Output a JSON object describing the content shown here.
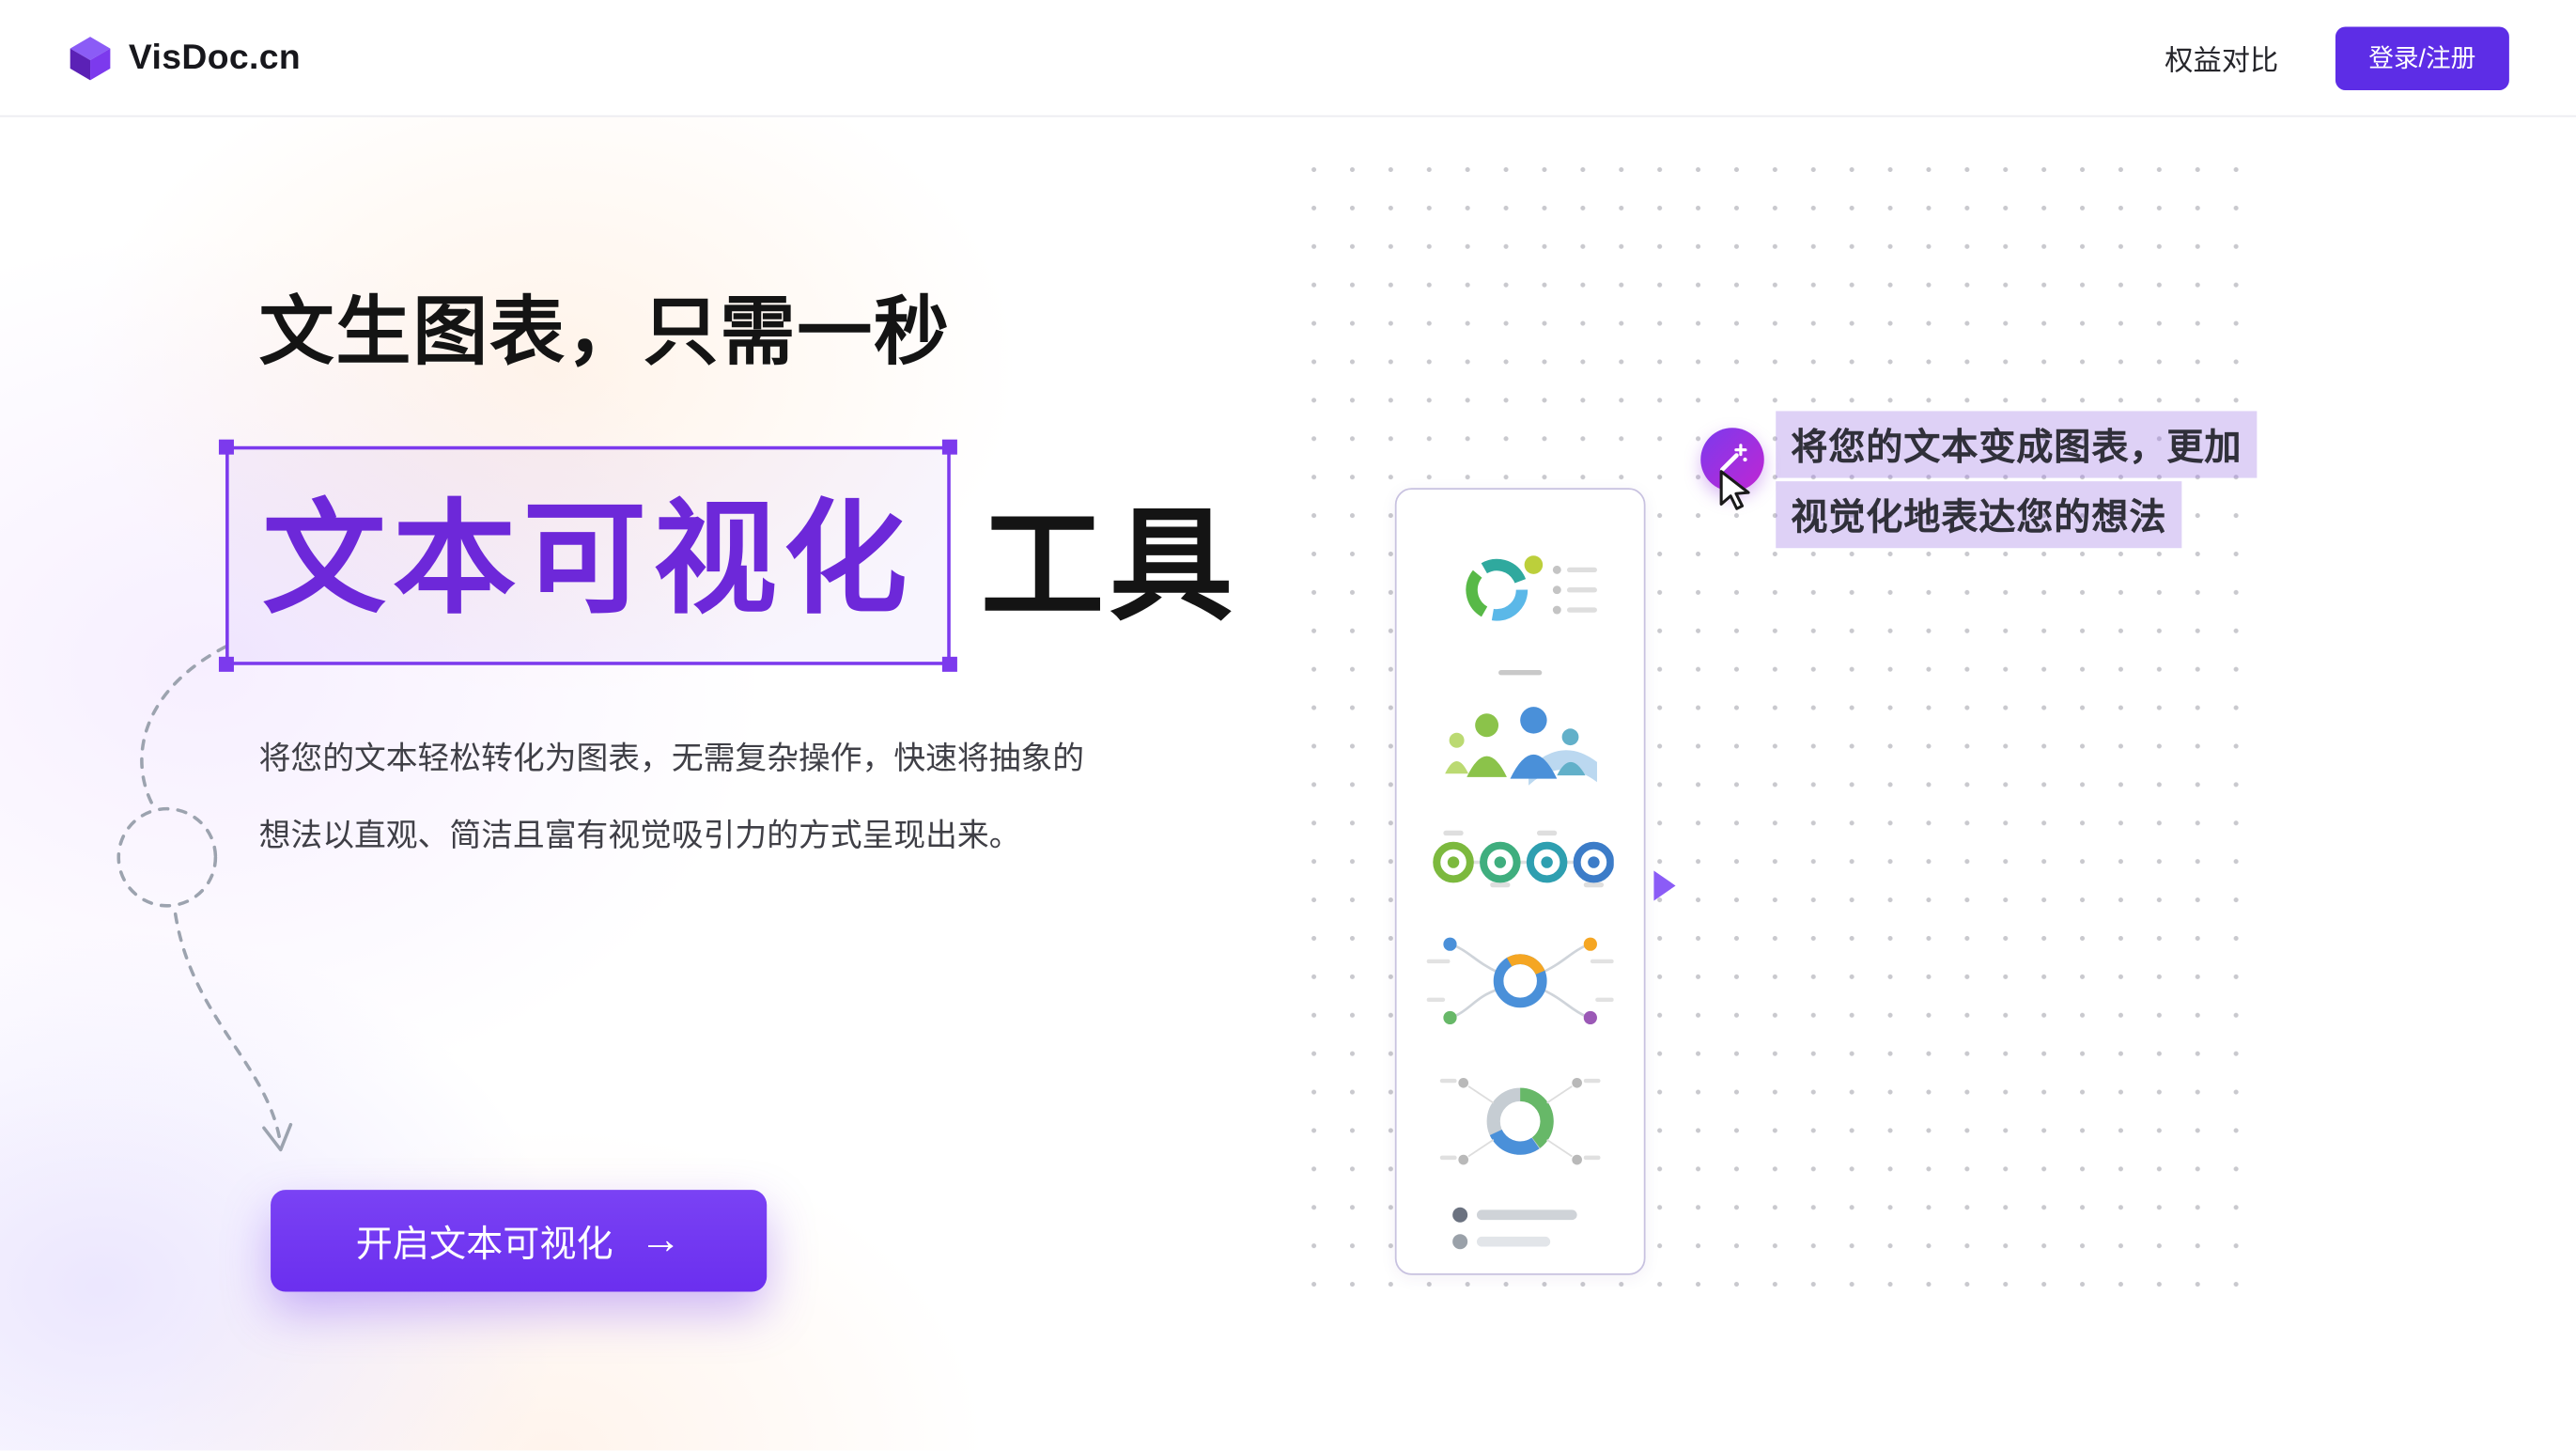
{
  "header": {
    "brand": "VisDoc.cn",
    "nav": [
      {
        "label": "权益对比"
      }
    ],
    "login_label": "登录/注册"
  },
  "hero": {
    "headline": "文生图表，只需一秒",
    "highlight": "文本可视化",
    "headline_suffix": "工具",
    "description_line1": "将您的文本轻松转化为图表，无需复杂操作，快速将抽象的",
    "description_line2": "想法以直观、简洁且富有视觉吸引力的方式呈现出来。",
    "cta_label": "开启文本可视化",
    "cta_arrow": "→"
  },
  "callout": {
    "line1": "将您的文本变成图表，更加",
    "line2": "视觉化地表达您的想法"
  },
  "gallery": {
    "items": [
      "cycle-diagram",
      "people-illustration",
      "progress-circles",
      "radial-diagram",
      "donut-chart",
      "bullet-list"
    ]
  },
  "icons": {
    "logo": "visdoc-logo-icon",
    "wand": "magic-wand-icon",
    "cursor": "cursor-pointer-icon",
    "play": "play-triangle-icon",
    "arrow": "arrow-right-icon"
  },
  "colors": {
    "brand_purple": "#6D28D9",
    "login_button": "#5D2DE6",
    "cta_purple": "#6B2FEF",
    "selection_border": "#7C3AED",
    "callout_highlight": "rgba(151,113,227,0.32)"
  }
}
